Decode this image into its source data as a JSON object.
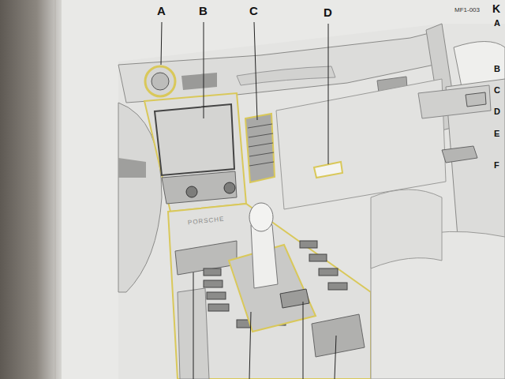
{
  "diagram": {
    "labels": [
      "A",
      "B",
      "C",
      "D",
      "MF1-003",
      "K",
      "A",
      "B",
      "C",
      "D",
      "E",
      "F",
      "PORSCHE"
    ]
  }
}
